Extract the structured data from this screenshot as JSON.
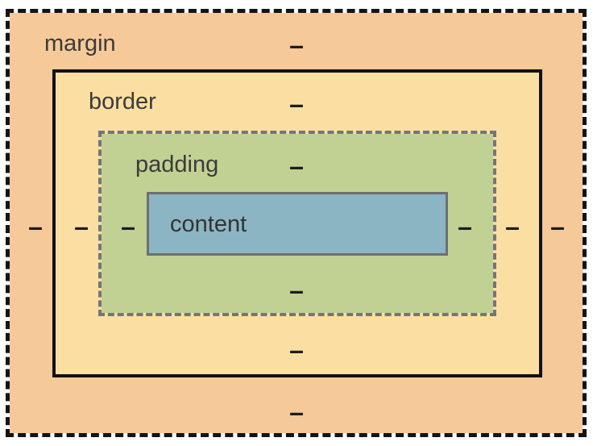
{
  "diagram": {
    "type": "css-box-model",
    "background": "#ffffff",
    "rings": {
      "margin": {
        "label": "margin",
        "fill": "#f6c999",
        "border_style": "dashed",
        "border_color": "#141414"
      },
      "border": {
        "label": "border",
        "fill": "#fbdfa2",
        "border_style": "solid",
        "border_color": "#111111"
      },
      "padding": {
        "label": "padding",
        "fill": "#c1d193",
        "border_style": "dashed",
        "border_color": "#73757b"
      },
      "content": {
        "label": "content",
        "fill": "#8bb5c2",
        "border_style": "solid",
        "border_color": "#6e6f71"
      }
    },
    "values": {
      "margin": {
        "top": "–",
        "right": "–",
        "bottom": "–",
        "left": "–"
      },
      "border": {
        "top": "–",
        "right": "–",
        "bottom": "–",
        "left": "–"
      },
      "padding": {
        "top": "–",
        "right": "–",
        "bottom": "–",
        "left": "–"
      }
    },
    "label_color": "#3b3b3b",
    "value_color": "#1d1d1d"
  }
}
